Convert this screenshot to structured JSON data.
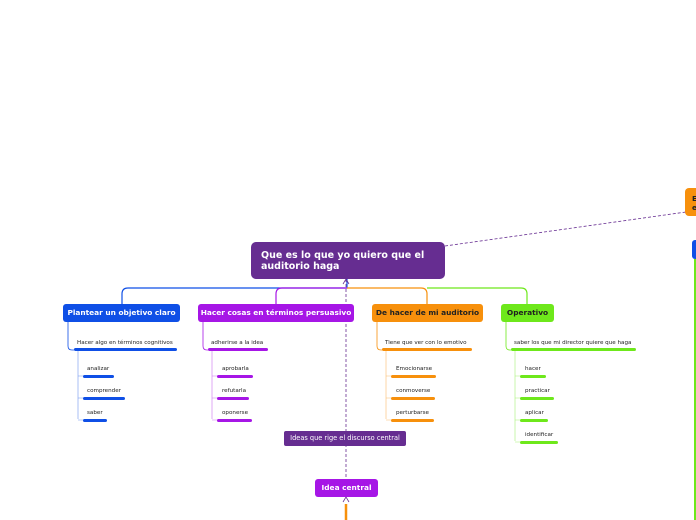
{
  "root": {
    "label": "Que es lo que yo quiero que el auditorio haga"
  },
  "branches": [
    {
      "label": "Plantear un objetivo claro",
      "color": "#0f4fe6",
      "sub": "Hacer algo en términos cognitivos",
      "items": [
        "analizar",
        "comprender",
        "saber"
      ]
    },
    {
      "label": "Hacer cosas en términos persuasivo",
      "color": "#a616e6",
      "sub": "adherirse a la idea",
      "items": [
        "aprobarla",
        "refutarla",
        "oponerse"
      ]
    },
    {
      "label": "De hacer de mi auditorio",
      "color": "#f7900c",
      "sub": "Tiene que ver con lo emotivo",
      "items": [
        "Emocionarse",
        "conmoverse",
        "perturbarse"
      ]
    },
    {
      "label": "Operativo",
      "color": "#6ee81b",
      "sub": "saber los que mi director quiere que haga",
      "items": [
        "hacer",
        "practicar",
        "aplicar",
        "identificar"
      ]
    }
  ],
  "ideas_label": "Ideas que rige el discurso central",
  "central_label": "Idea central",
  "edge_partial_label": "E\ne",
  "colors": {
    "root": "#662d91",
    "blue": "#0f4fe6",
    "purple": "#a616e6",
    "orange": "#f7900c",
    "green": "#6ee81b"
  }
}
